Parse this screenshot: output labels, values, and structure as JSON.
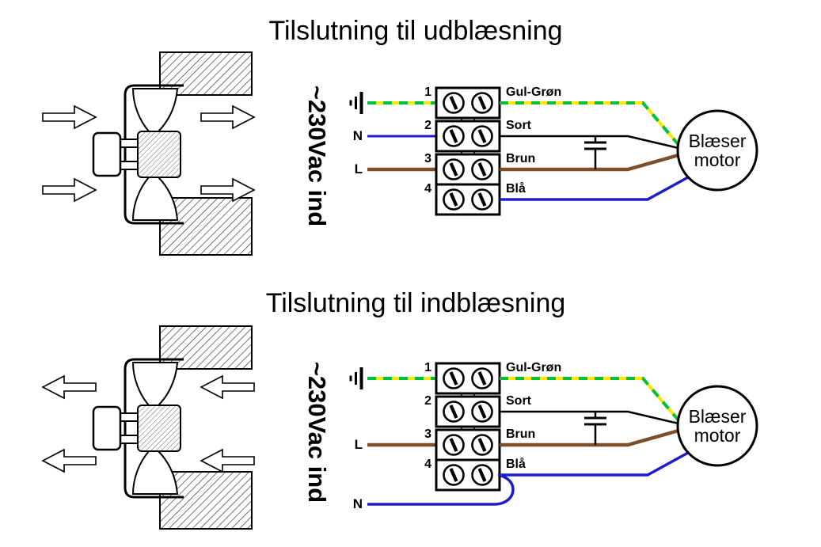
{
  "colors": {
    "green": "#00c03c",
    "yellow": "#ffe600",
    "blue": "#1d1dcd",
    "brown": "#7d4f28",
    "black": "#000000",
    "background": "#ffffff"
  },
  "diagrams": [
    {
      "title": "Tilslutning til udblæsning",
      "voltage_label": "~230Vac ind",
      "airflow": "right",
      "ground_symbol": "earth-ground-icon",
      "terminals": [
        {
          "number": "1",
          "wire_label": "Gul-Grøn"
        },
        {
          "number": "2",
          "wire_label": "Sort"
        },
        {
          "number": "3",
          "wire_label": "Brun"
        },
        {
          "number": "4",
          "wire_label": "Blå"
        }
      ],
      "inputs": {
        "neutral": "N",
        "live": "L"
      },
      "motor": {
        "line1": "Blæser",
        "line2": "motor"
      }
    },
    {
      "title": "Tilslutning til indblæsning",
      "voltage_label": "~230Vac ind",
      "airflow": "left",
      "ground_symbol": "earth-ground-icon",
      "terminals": [
        {
          "number": "1",
          "wire_label": "Gul-Grøn"
        },
        {
          "number": "2",
          "wire_label": "Sort"
        },
        {
          "number": "3",
          "wire_label": "Brun"
        },
        {
          "number": "4",
          "wire_label": "Blå"
        }
      ],
      "inputs": {
        "neutral": "N",
        "live": "L"
      },
      "motor": {
        "line1": "Blæser",
        "line2": "motor"
      }
    }
  ]
}
